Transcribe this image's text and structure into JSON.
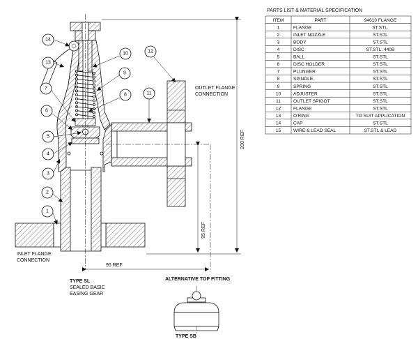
{
  "table": {
    "title": "PARTS LIST & MATERIAL SPECIFICATION",
    "headers": [
      "ITEM",
      "PART",
      "94610 FLANGE"
    ],
    "rows": [
      [
        "1",
        "FLANGE",
        "ST.STL."
      ],
      [
        "2",
        "INLET NOZZLE",
        "ST.STL"
      ],
      [
        "3",
        "BODY",
        "ST.STL"
      ],
      [
        "4",
        "DISC",
        "ST.STL. 440B"
      ],
      [
        "5",
        "BALL",
        "ST.STL"
      ],
      [
        "6",
        "DISC HOLDER",
        "ST.STL"
      ],
      [
        "7",
        "PLUNGER",
        "ST.STL"
      ],
      [
        "8",
        "SPINDLE",
        "ST.STL"
      ],
      [
        "9",
        "SPRING",
        "ST.STL"
      ],
      [
        "10",
        "ADJUSTER",
        "ST.STL"
      ],
      [
        "11",
        "OUTLET SPIGOT",
        "ST.STL"
      ],
      [
        "12",
        "FLANGE",
        "ST.STL"
      ],
      [
        "13",
        "O'RING",
        "TO SUIT APPLICATION"
      ],
      [
        "14",
        "CAP",
        "ST.STL"
      ],
      [
        "15",
        "WIRE & LEAD SEAL",
        "ST.STL & LEAD"
      ]
    ]
  },
  "labels": {
    "outlet_flange_1": "OUTLET FLANGE",
    "outlet_flange_2": "CONNECTION",
    "inlet_flange_1": "INLET FLANGE",
    "inlet_flange_2": "CONNECTION",
    "dim_200": "200 REF",
    "dim_95_vertical": "95 REF",
    "dim_95_horizontal": "95 REF",
    "type_sl": "TYPE SL",
    "type_sl_desc_1": "SEALED BASIC",
    "type_sl_desc_2": "EASING GEAR",
    "alt_top": "ALTERNATIVE TOP FITTING",
    "type_sb": "TYPE SB"
  },
  "balloons": [
    "1",
    "2",
    "3",
    "4",
    "5",
    "6",
    "7",
    "8",
    "9",
    "10",
    "11",
    "12",
    "13",
    "14"
  ]
}
